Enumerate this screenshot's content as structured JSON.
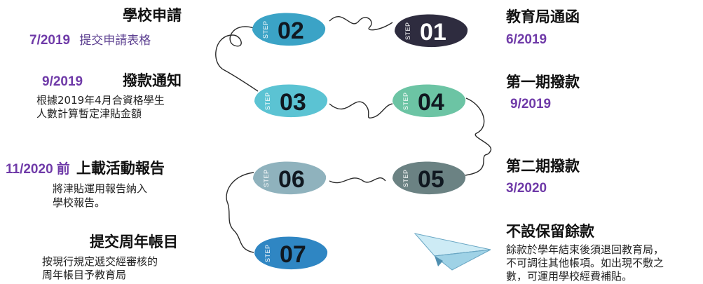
{
  "step_word": "STEP",
  "steps": [
    {
      "num": "01",
      "color": "#2e2c3f"
    },
    {
      "num": "02",
      "color": "#3ba3c6"
    },
    {
      "num": "03",
      "color": "#5bc3d3"
    },
    {
      "num": "04",
      "color": "#6cc4a4"
    },
    {
      "num": "05",
      "color": "#6b8283"
    },
    {
      "num": "06",
      "color": "#8fb2bd"
    },
    {
      "num": "07",
      "color": "#2f86c3"
    }
  ],
  "left": {
    "school_apply_title": "學校申請",
    "school_apply_date": "7/2019",
    "school_apply_desc": "提交申請表格",
    "disburse_title": "撥款通知",
    "disburse_date": "9/2019",
    "disburse_desc_1": "根據2019年4月合資格學生",
    "disburse_desc_2": "人數計算暫定津貼金額",
    "report_date": "11/2020",
    "report_before": "前",
    "report_title": "上載活動報告",
    "report_desc_1": "將津貼運用報告納入",
    "report_desc_2": "學校報告。",
    "accounts_title": "提交周年帳目",
    "accounts_desc_1": "按現行規定遞交經審核的",
    "accounts_desc_2": "周年帳目予教育局"
  },
  "right": {
    "edb_title": "教育局通函",
    "edb_date": "6/2019",
    "first_title": "第一期撥款",
    "first_date": "9/2019",
    "second_title": "第二期撥款",
    "second_date": "3/2020",
    "surplus_title": "不設保留餘款",
    "surplus_desc_1": "餘款於學年結束後須退回教育局，",
    "surplus_desc_2": "不可調往其他帳項。如出現不敷之",
    "surplus_desc_3": "數，可運用學校經費補貼。"
  }
}
